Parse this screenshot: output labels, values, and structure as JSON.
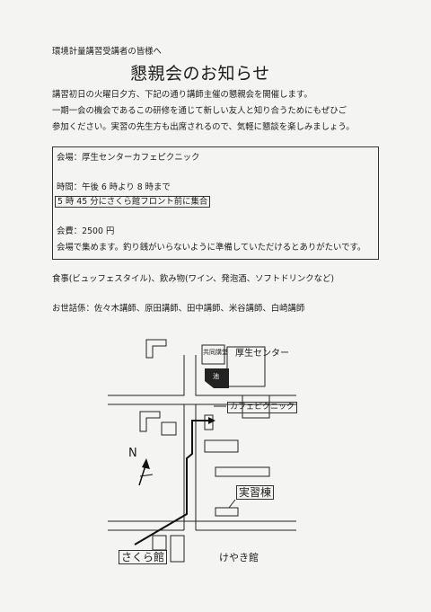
{
  "header": {
    "recipients": "環境計量講習受講者の皆様へ",
    "title": "懇親会のお知らせ"
  },
  "intro": {
    "line1": "講習初日の火曜日夕方、下記の通り講師主催の懇親会を開催します。",
    "line2": "一期一会の機会であるこの研修を通じて新しい友人と知り合うためにもぜひご",
    "line3": "参加ください。実習の先生方も出席されるので、気軽に懇談を楽しみましょう。"
  },
  "details": {
    "venue": "会場：厚生センターカフェピクニック",
    "time": "時間：午後 6 時より 8 時まで",
    "meetup": "5 時 45 分にさくら館フロント前に集合",
    "fee": "会費：2500 円",
    "fee_note": "会場で集めます。釣り銭がいらないように準備していただけるとありがたいです。"
  },
  "extra": {
    "food": "食事(ビュッフェスタイル)、飲み物(ワイン、発泡酒、ソフトドリンクなど)",
    "organizers": "お世話係：佐々木講師、原田講師、田中講師、米谷講師、白崎講師"
  },
  "map": {
    "north": "N",
    "koseicenter": "厚生センター",
    "jinja": "共同講堂",
    "ike": "池",
    "cafe": "カフェピクニック",
    "jisshuto": "実習棟",
    "sakurakan": "さくら館",
    "keyakikan": "けやき館"
  }
}
